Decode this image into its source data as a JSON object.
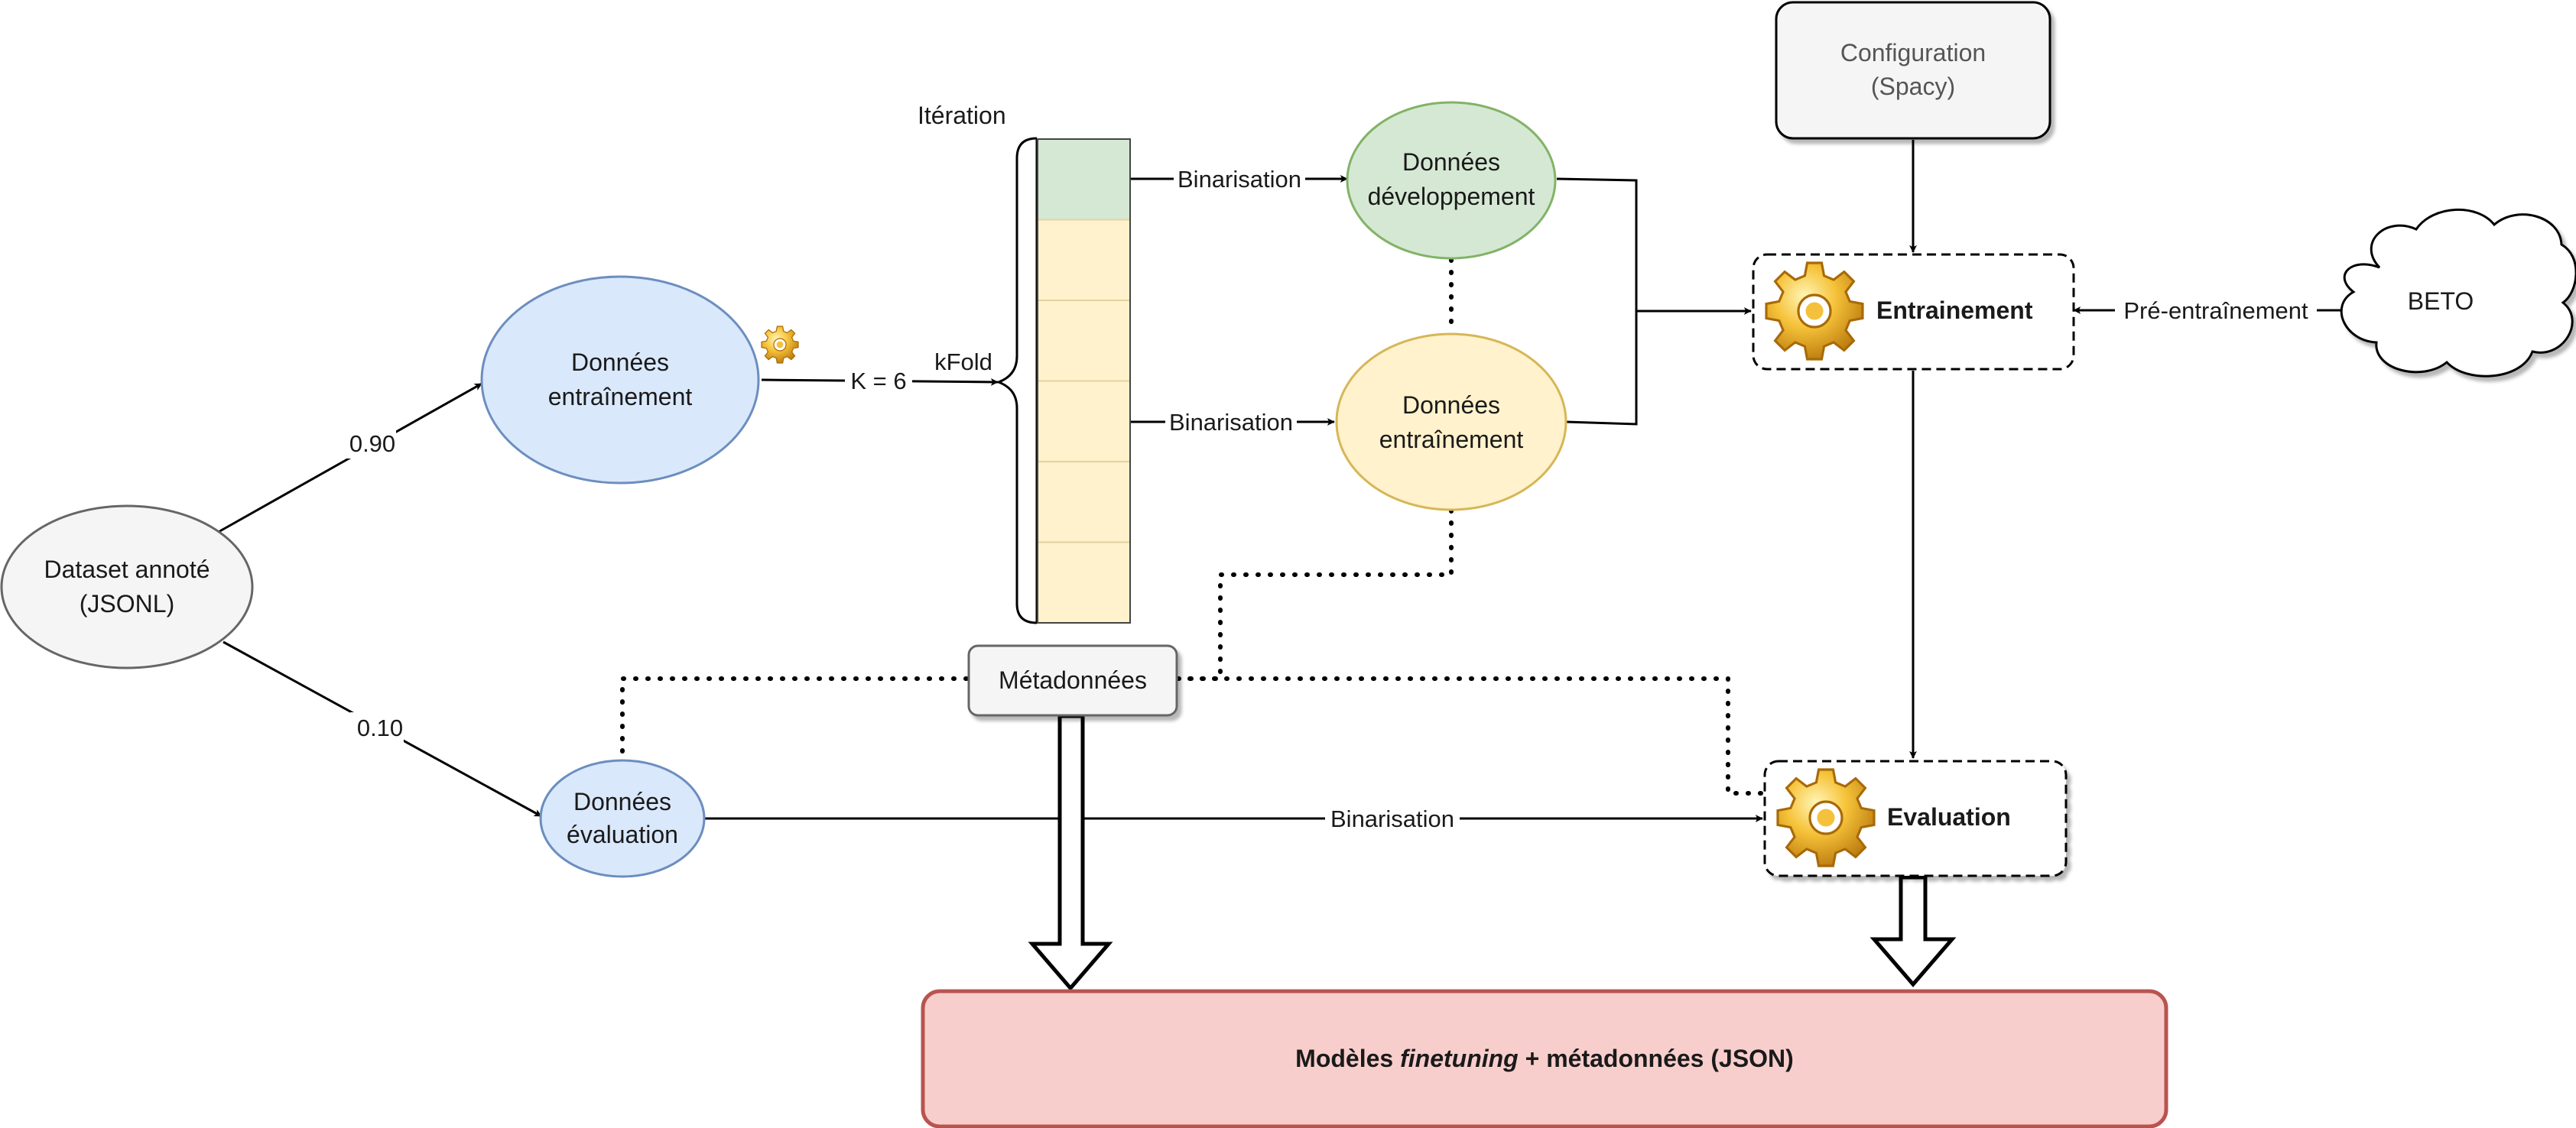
{
  "nodes": {
    "dataset": {
      "line1": "Dataset annoté",
      "line2": "(JSONL)",
      "fill": "#f5f5f5",
      "stroke": "#666666"
    },
    "training_data": {
      "line1": "Données",
      "line2": "entraînement",
      "fill": "#dae8fc",
      "stroke": "#6c8ebf"
    },
    "eval_data": {
      "line1": "Données",
      "line2": "évaluation",
      "fill": "#dae8fc",
      "stroke": "#6c8ebf"
    },
    "dev_data": {
      "line1": "Données",
      "line2": "développement",
      "fill": "#d5e8d4",
      "stroke": "#82b366"
    },
    "fold_train_data": {
      "line1": "Données",
      "line2": "entraînement",
      "fill": "#fff2cc",
      "stroke": "#d6b656"
    },
    "configuration": {
      "line1": "Configuration",
      "line2": "(Spacy)",
      "fill": "#f5f5f5"
    },
    "training": {
      "label": "Entrainement"
    },
    "evaluation": {
      "label": "Evaluation"
    },
    "beto": {
      "label": "BETO"
    },
    "metadata": {
      "label": "Métadonnées"
    },
    "output": {
      "prefix": "Modèles ",
      "italic": "finetuning",
      "suffix": " + métadonnées (JSON)",
      "fill": "#f8cecc",
      "stroke": "#b85450"
    }
  },
  "labels": {
    "iteration": "Itération",
    "kfold": "kFold",
    "k_value": "K = 6",
    "split_train": "0.90",
    "split_eval": "0.10",
    "binarisation": "Binarisation",
    "pretraining": "Pré-entraînement"
  },
  "fold_stack": {
    "cells": 6,
    "dev_color": "#d5e8d4",
    "train_color": "#fff2cc"
  }
}
